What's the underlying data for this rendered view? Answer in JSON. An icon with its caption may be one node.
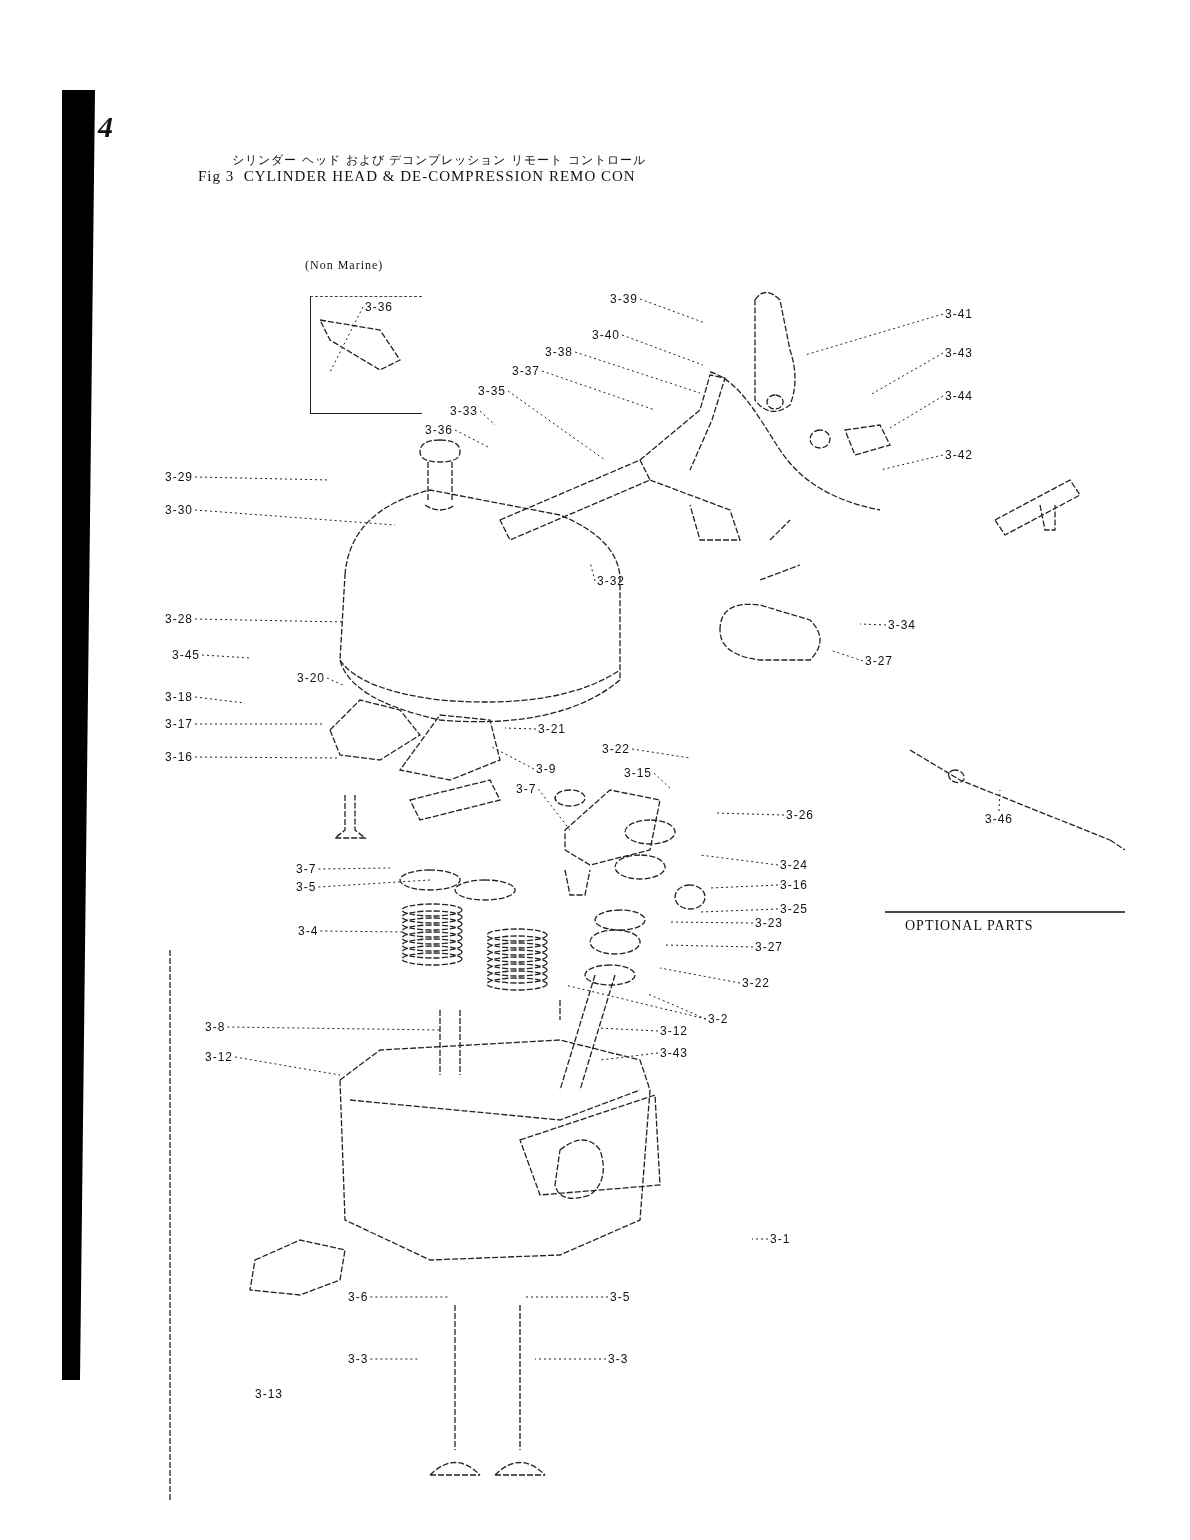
{
  "diagram": {
    "title": "Fig 3  CYLINDER HEAD & DE-COMPRESSION REMO CON",
    "nodes": [
      {
        "text": [
          "(Non Marine)"
        ]
      },
      {
        "text": [
          "3-36"
        ],
        "in": 0
      },
      {
        "text": [
          "3-39"
        ]
      },
      {
        "text": [
          "3-40"
        ]
      },
      {
        "text": [
          "3-38"
        ]
      },
      {
        "text": [
          "3-37"
        ]
      },
      {
        "text": [
          "3-35"
        ]
      },
      {
        "text": [
          "3-33"
        ]
      },
      {
        "text": [
          "3-36"
        ]
      },
      {
        "text": [
          "3-29"
        ]
      },
      {
        "text": [
          "3-30"
        ]
      },
      {
        "text": [
          "3-41"
        ]
      },
      {
        "text": [
          "3-43"
        ]
      },
      {
        "text": [
          "3-44"
        ]
      },
      {
        "text": [
          "3-42"
        ]
      },
      {
        "text": [
          "3-32"
        ]
      },
      {
        "text": [
          "3-34"
        ]
      },
      {
        "text": [
          "3-27"
        ]
      },
      {
        "text": [
          "3-28"
        ]
      },
      {
        "text": [
          "3-45"
        ]
      },
      {
        "text": [
          "3-20"
        ]
      },
      {
        "text": [
          "3-18"
        ]
      },
      {
        "text": [
          "3-17"
        ]
      },
      {
        "text": [
          "3-16"
        ]
      },
      {
        "text": [
          "3-21"
        ]
      },
      {
        "text": [
          "3-22"
        ]
      },
      {
        "text": [
          "3-9"
        ]
      },
      {
        "text": [
          "3-15"
        ]
      },
      {
        "text": [
          "3-7"
        ]
      },
      {
        "text": [
          "3-26"
        ]
      },
      {
        "text": [
          "3-24"
        ]
      },
      {
        "text": [
          "3-16"
        ]
      },
      {
        "text": [
          "3-25"
        ]
      },
      {
        "text": [
          "3-23"
        ]
      },
      {
        "text": [
          "3-27"
        ]
      },
      {
        "text": [
          "3-22"
        ]
      },
      {
        "text": [
          "3-2"
        ]
      },
      {
        "text": [
          "3-12"
        ]
      },
      {
        "text": [
          "3-43"
        ]
      },
      {
        "text": [
          "3-7"
        ]
      },
      {
        "text": [
          "3-5"
        ]
      },
      {
        "text": [
          "3-4"
        ]
      },
      {
        "text": [
          "3-8"
        ]
      },
      {
        "text": [
          "3-12"
        ]
      },
      {
        "text": [
          "3-1"
        ]
      },
      {
        "text": [
          "3-6"
        ]
      },
      {
        "text": [
          "3-5"
        ]
      },
      {
        "text": [
          "3-3"
        ]
      },
      {
        "text": [
          "3-3"
        ]
      },
      {
        "text": [
          "3-46"
        ]
      }
    ],
    "edges": [
      {
        "from": 1,
        "to": null,
        "arrow": "none"
      },
      {
        "from": 2,
        "to": null,
        "arrow": "none"
      },
      {
        "from": 3,
        "to": null,
        "arrow": "none"
      },
      {
        "from": 4,
        "to": null,
        "arrow": "none"
      },
      {
        "from": 5,
        "to": null,
        "arrow": "none"
      },
      {
        "from": 6,
        "to": null,
        "arrow": "none"
      },
      {
        "from": 7,
        "to": null,
        "arrow": "none"
      },
      {
        "from": 8,
        "to": null,
        "arrow": "none"
      },
      {
        "from": 9,
        "to": null,
        "arrow": "none"
      },
      {
        "from": 10,
        "to": null,
        "arrow": "none"
      },
      {
        "from": 11,
        "to": null,
        "arrow": "none"
      },
      {
        "from": 12,
        "to": null,
        "arrow": "none"
      },
      {
        "from": 13,
        "to": null,
        "arrow": "none"
      },
      {
        "from": 14,
        "to": null,
        "arrow": "none"
      },
      {
        "from": 15,
        "to": null,
        "arrow": "none"
      },
      {
        "from": 16,
        "to": null,
        "arrow": "none"
      },
      {
        "from": 17,
        "to": null,
        "arrow": "none"
      },
      {
        "from": 18,
        "to": null,
        "arrow": "none"
      },
      {
        "from": 19,
        "to": null,
        "arrow": "none"
      },
      {
        "from": 20,
        "to": null,
        "arrow": "none"
      },
      {
        "from": 21,
        "to": null,
        "arrow": "none"
      },
      {
        "from": 22,
        "to": null,
        "arrow": "none"
      },
      {
        "from": 23,
        "to": null,
        "arrow": "none"
      },
      {
        "from": 24,
        "to": null,
        "arrow": "none"
      },
      {
        "from": 25,
        "to": null,
        "arrow": "none"
      },
      {
        "from": 26,
        "to": null,
        "arrow": "none"
      },
      {
        "from": 27,
        "to": null,
        "arrow": "none"
      },
      {
        "from": 28,
        "to": null,
        "arrow": "none"
      },
      {
        "from": 29,
        "to": null,
        "arrow": "none"
      },
      {
        "from": 30,
        "to": null,
        "arrow": "none"
      },
      {
        "from": 31,
        "to": null,
        "arrow": "none"
      },
      {
        "from": 32,
        "to": null,
        "arrow": "none"
      },
      {
        "from": 33,
        "to": null,
        "arrow": "none"
      },
      {
        "from": 34,
        "to": null,
        "arrow": "none"
      },
      {
        "from": 35,
        "to": null,
        "arrow": "none"
      },
      {
        "from": 36,
        "to": null,
        "arrow": "none"
      },
      {
        "from": 36,
        "to": null,
        "arrow": "none"
      },
      {
        "from": 37,
        "to": null,
        "arrow": "none"
      },
      {
        "from": 38,
        "to": null,
        "arrow": "none"
      },
      {
        "from": 39,
        "to": null,
        "arrow": "none"
      },
      {
        "from": 40,
        "to": null,
        "arrow": "none"
      },
      {
        "from": 41,
        "to": null,
        "arrow": "none"
      },
      {
        "from": 42,
        "to": null,
        "arrow": "none"
      },
      {
        "from": 43,
        "to": null,
        "arrow": "none"
      },
      {
        "from": 44,
        "to": null,
        "arrow": "none"
      },
      {
        "from": 45,
        "to": null,
        "arrow": "none"
      },
      {
        "from": 46,
        "to": null,
        "arrow": "none"
      },
      {
        "from": 47,
        "to": null,
        "arrow": "none"
      },
      {
        "from": 48,
        "to": null,
        "arrow": "none"
      },
      {
        "from": 49,
        "to": null,
        "arrow": "none"
      }
    ],
    "labels": [
      "4",
      "シリンダー ヘッド および デコンプレッション リモート コントロール",
      "OPTIONAL PARTS",
      "3-13"
    ]
  }
}
